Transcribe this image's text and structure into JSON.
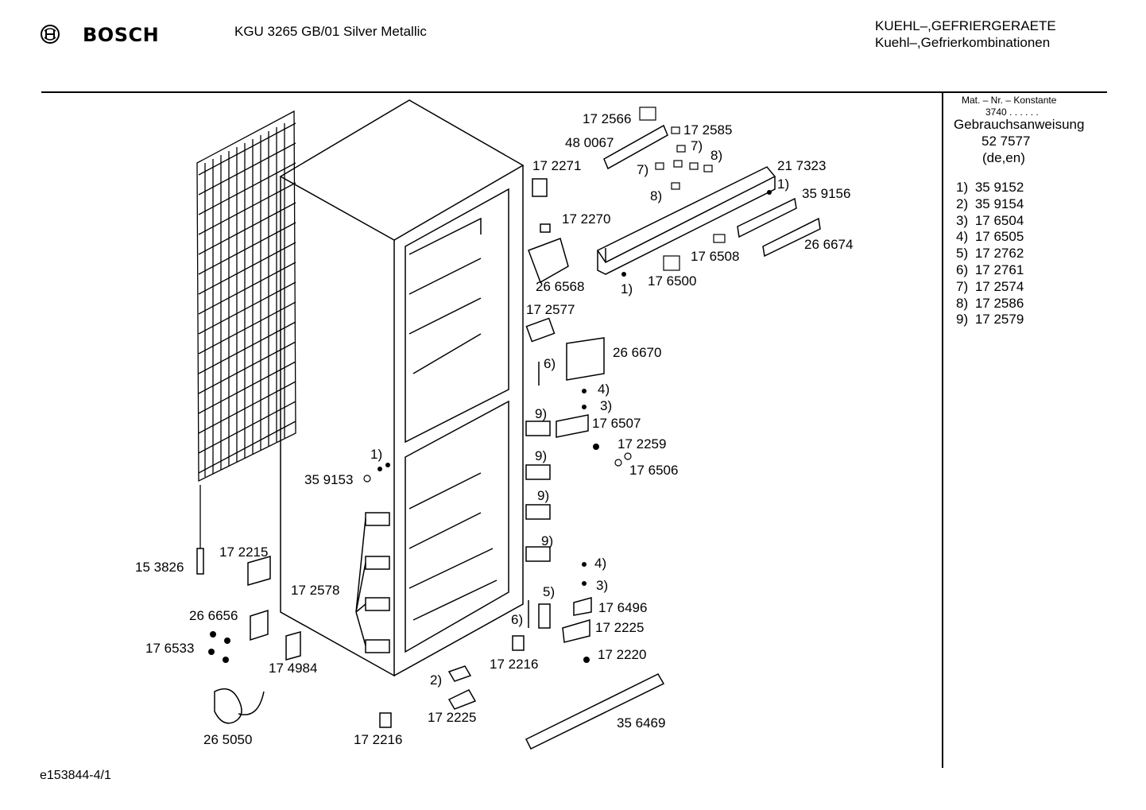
{
  "header": {
    "brand": "BOSCH",
    "model": "KGU 3265 GB/01 Silver Metallic",
    "category_line1": "KUEHL–,GEFRIERGERAETE",
    "category_line2": "Kuehl–,Gefrierkombinationen"
  },
  "sidebar": {
    "mat_nr_label": "Mat. – Nr. – Konstante",
    "mat_nr_value": "3740 . . . . . .",
    "manual_label": "Gebrauchsanweisung",
    "manual_number": "52 7577",
    "manual_langs": "(de,en)",
    "parts": [
      {
        "ref": "1)",
        "num": "35 9152"
      },
      {
        "ref": "2)",
        "num": "35 9154"
      },
      {
        "ref": "3)",
        "num": "17 6504"
      },
      {
        "ref": "4)",
        "num": "17 6505"
      },
      {
        "ref": "5)",
        "num": "17 2762"
      },
      {
        "ref": "6)",
        "num": "17 2761"
      },
      {
        "ref": "7)",
        "num": "17 2574"
      },
      {
        "ref": "8)",
        "num": "17 2586"
      },
      {
        "ref": "9)",
        "num": "17 2579"
      }
    ]
  },
  "footer": {
    "drawing_id": "e153844-4/1"
  },
  "callouts": {
    "c172566": "17 2566",
    "c172585": "17 2585",
    "c480067": "48 0067",
    "c7a": "7)",
    "c8a": "8)",
    "c172271": "17 2271",
    "c7b": "7)",
    "c217323": "21 7323",
    "c1a": "1)",
    "c8b": "8)",
    "c359156": "35 9156",
    "c172270": "17 2270",
    "c266674": "26 6674",
    "c176508": "17 6508",
    "c266568": "26 6568",
    "c176500": "17 6500",
    "c1b": "1)",
    "c172577": "17 2577",
    "c266670": "26 6670",
    "c6a": "6)",
    "c4a": "4)",
    "c3a": "3)",
    "c9a": "9)",
    "c176507": "17 6507",
    "c172259": "17 2259",
    "c9b": "9)",
    "c176506": "17 6506",
    "c1c": "1)",
    "c359153": "35 9153",
    "c9c": "9)",
    "c9d": "9)",
    "c4b": "4)",
    "c3b": "3)",
    "c5": "5)",
    "c176496": "17 6496",
    "c6b": "6)",
    "c172225a": "17 2225",
    "c172220": "17 2220",
    "c172216a": "17 2216",
    "c153826": "15 3826",
    "c172215": "17 2215",
    "c172578": "17 2578",
    "c266656": "26 6656",
    "c176533": "17 6533",
    "c174984": "17 4984",
    "c2": "2)",
    "c172225b": "17 2225",
    "c356469": "35 6469",
    "c265050": "26 5050",
    "c172216b": "17 2216"
  }
}
